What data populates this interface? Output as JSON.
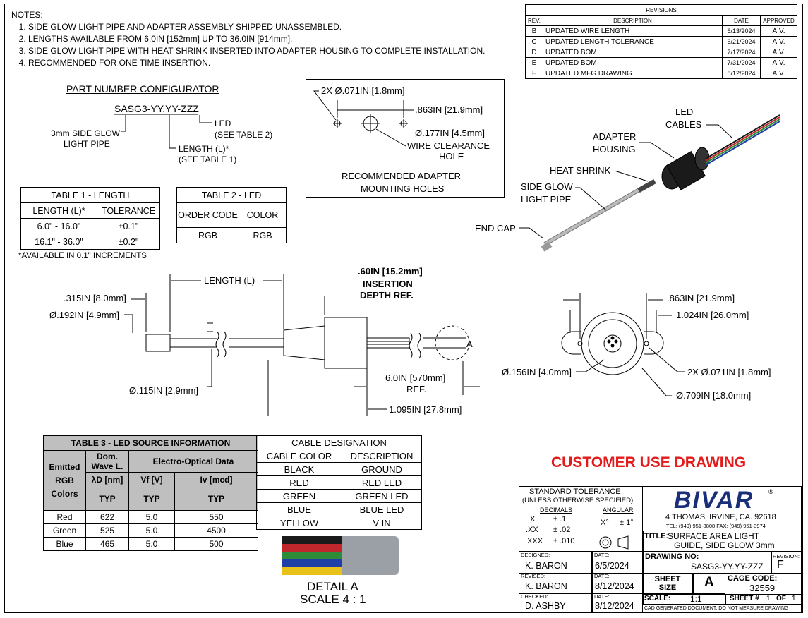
{
  "notes": {
    "header": "NOTES:",
    "items": [
      "SIDE GLOW LIGHT PIPE AND ADAPTER ASSEMBLY SHIPPED UNASSEMBLED.",
      "LENGTHS AVAILABLE FROM 6.0IN [152mm] UP TO 36.0IN [914mm].",
      "SIDE GLOW LIGHT PIPE WITH HEAT SHRINK INSERTED INTO ADAPTER HOUSING TO COMPLETE INSTALLATION.",
      "RECOMMENDED FOR ONE TIME INSERTION."
    ]
  },
  "revisions": {
    "title": "REVISIONS",
    "headers": [
      "REV.",
      "DESCRIPTION",
      "DATE",
      "APPROVED"
    ],
    "rows": [
      [
        "B",
        "UPDATED WIRE LENGTH",
        "6/13/2024",
        "A.V."
      ],
      [
        "C",
        "UPDATED LENGTH TOLERANCE",
        "6/21/2024",
        "A.V."
      ],
      [
        "D",
        "UPDATED BOM",
        "7/17/2024",
        "A.V."
      ],
      [
        "E",
        "UPDATED BOM",
        "7/31/2024",
        "A.V."
      ],
      [
        "F",
        "UPDATED MFG DRAWING",
        "8/12/2024",
        "A.V."
      ]
    ]
  },
  "configurator": {
    "title": "PART NUMBER CONFIGURATOR",
    "part": "SASG3-YY.YY-ZZZ",
    "led": "LED",
    "see_t2": "(SEE TABLE 2)",
    "pipe1": "3mm SIDE GLOW",
    "pipe2": "LIGHT PIPE",
    "length": "LENGTH (L)*",
    "see_t1": "(SEE TABLE 1)"
  },
  "mounting": {
    "d1": "2X Ø.071IN [1.8mm]",
    "d2": ".863IN [21.9mm]",
    "d3": "Ø.177IN [4.5mm]",
    "d4": "WIRE CLEARANCE",
    "d5": "HOLE",
    "cap1": "RECOMMENDED ADAPTER",
    "cap2": "MOUNTING HOLES"
  },
  "iso": {
    "led": "LED",
    "cables": "CABLES",
    "adapter": "ADAPTER",
    "housing": "HOUSING",
    "heat": "HEAT SHRINK",
    "side1": "SIDE GLOW",
    "side2": "LIGHT PIPE",
    "endcap": "END CAP"
  },
  "table1": {
    "title": "TABLE 1 - LENGTH",
    "headers": [
      "LENGTH (L)*",
      "TOLERANCE"
    ],
    "rows": [
      [
        "6.0\" - 16.0\"",
        "±0.1\""
      ],
      [
        "16.1\" - 36.0\"",
        "±0.2\""
      ]
    ],
    "note": "*AVAILABLE IN 0.1\" INCREMENTS"
  },
  "table2": {
    "title": "TABLE 2 - LED",
    "h1": "ORDER CODE",
    "h2": "COLOR",
    "v1": "RGB",
    "v2": "RGB"
  },
  "side_view": {
    "length": "LENGTH (L)",
    "ins1": ".60IN [15.2mm]",
    "ins2": "INSERTION",
    "ins3": "DEPTH REF.",
    "d315": ".315IN [8.0mm]",
    "d192": "Ø.192IN [4.9mm]",
    "d115": "Ø.115IN [2.9mm]",
    "d60a": "6.0IN [570mm]",
    "d60b": "REF.",
    "d1095": "1.095IN [27.8mm]",
    "a": "A"
  },
  "end_view": {
    "d863": ".863IN [21.9mm]",
    "d1024": "1.024IN [26.0mm]",
    "d156": "Ø.156IN [4.0mm]",
    "d071": "2X Ø.071IN [1.8mm]",
    "d709": "Ø.709IN [18.0mm]"
  },
  "table3": {
    "title": "TABLE 3 - LED SOURCE INFORMATION",
    "c1": "Emitted RGB Colors",
    "c2a": "Dom.",
    "c2b": "Wave L.",
    "c3": "Electro-Optical Data",
    "s1": "λD [nm]",
    "s2": "Vf [V]",
    "s3": "Iv [mcd]",
    "typ": "TYP",
    "rows": [
      [
        "Red",
        "622",
        "5.0",
        "550"
      ],
      [
        "Green",
        "525",
        "5.0",
        "4500"
      ],
      [
        "Blue",
        "465",
        "5.0",
        "500"
      ]
    ]
  },
  "cable": {
    "title": "CABLE DESIGNATION",
    "headers": [
      "CABLE COLOR",
      "DESCRIPTION"
    ],
    "rows": [
      [
        "BLACK",
        "GROUND"
      ],
      [
        "RED",
        "RED LED"
      ],
      [
        "GREEN",
        "GREEN LED"
      ],
      [
        "BLUE",
        "BLUE LED"
      ],
      [
        "YELLOW",
        "V IN"
      ]
    ],
    "colors": [
      "#1a1a1a",
      "#c0272d",
      "#2e8b3a",
      "#1f3fa6",
      "#e8c21a"
    ]
  },
  "detail": {
    "t1": "DETAIL A",
    "t2": "SCALE 4 : 1"
  },
  "customer": "CUSTOMER USE DRAWING",
  "title_block": {
    "std1": "STANDARD TOLERANCE",
    "std2": "(UNLESS OTHERWISE SPECIFIED)",
    "decimals": "DECIMALS",
    "angular": "ANGULAR",
    "tx": ".X",
    "tx_v": "± .1",
    "txx": ".XX",
    "txx_v": "± .02",
    "txxx": ".XXX",
    "txxx_v": "± .010",
    "ang": "X°",
    "ang_v": "± 1°",
    "logo": "BIVAR",
    "addr": "4 THOMAS, IRVINE, CA. 92618",
    "tel": "TEL: (949) 951-8808     FAX: (949) 951-3974",
    "title_lbl": "TITLE:",
    "title1": "SURFACE AREA LIGHT",
    "title2": "GUIDE, SIDE GLOW 3mm",
    "designed_lbl": "DESIGNED:",
    "designed": "K. BARON",
    "date_lbl": "DATE:",
    "designed_date": "6/5/2024",
    "revised_lbl": "REVISED:",
    "revised": "K. BARON",
    "revised_date": "8/12/2024",
    "checked_lbl": "CHECKED:",
    "checked": "D. ASHBY",
    "checked_date": "8/12/2024",
    "dwg_lbl": "DRAWING NO:",
    "dwg": "SASG3-YY.YY-ZZZ",
    "rev_lbl": "REVISION:",
    "rev": "F",
    "sheet_size_lbl": "SHEET SIZE",
    "sheet_size": "A",
    "cage_lbl": "CAGE CODE:",
    "cage": "32559",
    "scale_lbl": "SCALE:",
    "scale": "1:1",
    "sheet_lbl": "SHEET #",
    "sheet": "1",
    "of": "OF",
    "of_v": "1",
    "cad": "CAD GENERATED DOCUMENT, DO NOT MEASURE DRAWING"
  }
}
